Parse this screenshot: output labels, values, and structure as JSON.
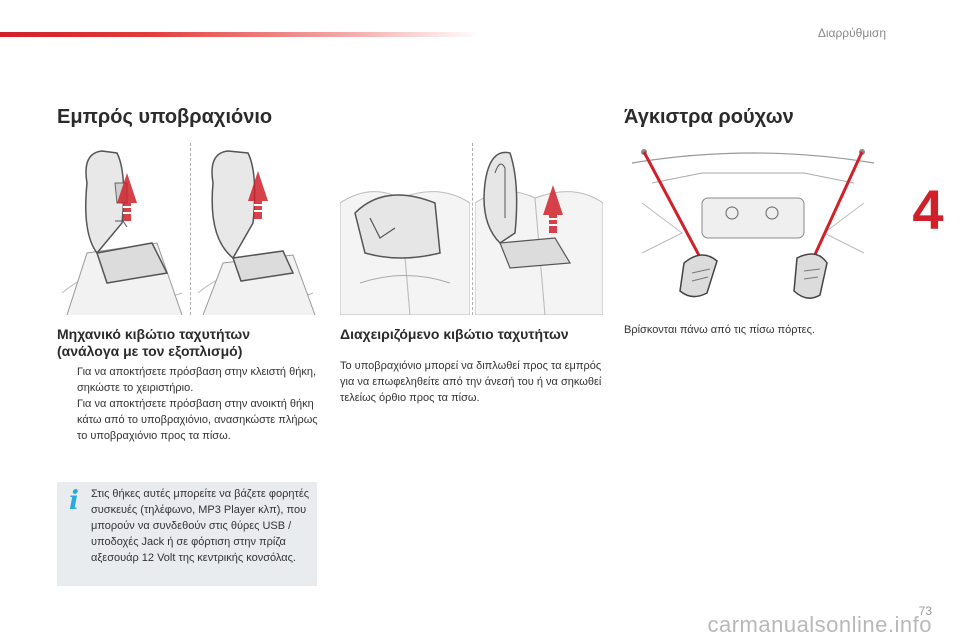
{
  "header": {
    "section_label": "Διαρρύθμιση",
    "chapter_number": "4",
    "brand_color": "#d0202a"
  },
  "left": {
    "title": "Εμπρός υποβραχιόνιο",
    "subtitle_line1": "Μηχανικό κιβώτιο ταχυτήτων",
    "subtitle_line2": "(ανάλογα με τον εξοπλισμό)",
    "bullets": [
      "Για να αποκτήσετε πρόσβαση στην κλειστή θήκη, σηκώστε το χειριστήριο.",
      "Για να αποκτήσετε πρόσβαση στην ανοικτή θήκη κάτω από το υποβραχιόνιο, ανασηκώστε πλήρως το υποβραχιόνιο προς τα πίσω."
    ],
    "bullet_symbol": "",
    "info_icon": "i",
    "info_text": "Στις θήκες αυτές μπορείτε να βάζετε φορητές συσκευές (τηλέφωνο, MP3 Player κλπ), που μπορούν να συνδεθούν στις θύρες USB / υποδοχές Jack ή σε φόρτιση στην πρίζα αξεσουάρ 12 Volt της κεντρικής κονσόλας."
  },
  "middle": {
    "subtitle": "Διαχειριζόμενο κιβώτιο ταχυτήτων",
    "text": "Το υποβραχιόνιο μπορεί να διπλωθεί προς τα εμπρός για να επωφεληθείτε από την άνεσή του ή να σηκωθεί τελείως όρθιο προς τα πίσω."
  },
  "right": {
    "title": "Άγκιστρα ρούχων",
    "text": "Βρίσκονται πάνω από τις πίσω πόρτες."
  },
  "footer": {
    "page_number": "73",
    "watermark": "carmanualsonline.info"
  }
}
